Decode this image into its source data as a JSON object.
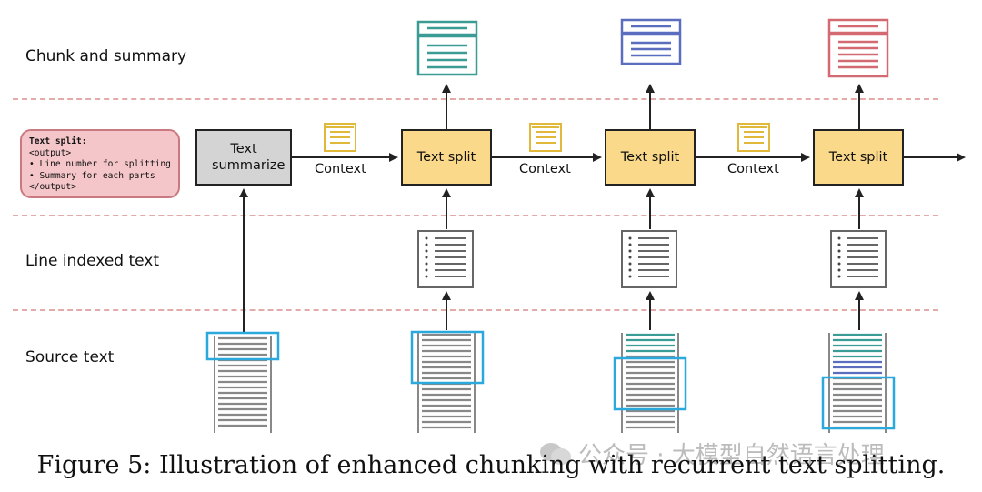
{
  "rows": {
    "chunk_summary": "Chunk and summary",
    "line_indexed": "Line indexed text",
    "source_text": "Source text"
  },
  "prompt": {
    "line0": "Text split:",
    "line1": "<output>",
    "line2": "• Line number for splitting",
    "line3": "• Summary for each parts",
    "line4": "</output>"
  },
  "nodes": {
    "summarize": "Text summarize",
    "split1": "Text split",
    "split2": "Text split",
    "split3": "Text split"
  },
  "context_labels": [
    "Context",
    "Context",
    "Context"
  ],
  "caption": "Figure 5: Illustration of enhanced chunking with recurrent text splitting.",
  "watermark": "公众号 · 大模型自然语言处理",
  "colors": {
    "summary_1": "#3a9c95",
    "summary_2": "#5b6dbf",
    "summary_3": "#d36a72",
    "highlight": "#2ba8dc",
    "context_doc": "#e0b93a",
    "split_fill": "#fbd98a",
    "summarize_fill": "#d4d4d4",
    "prompt_fill": "#f5c6c9"
  }
}
